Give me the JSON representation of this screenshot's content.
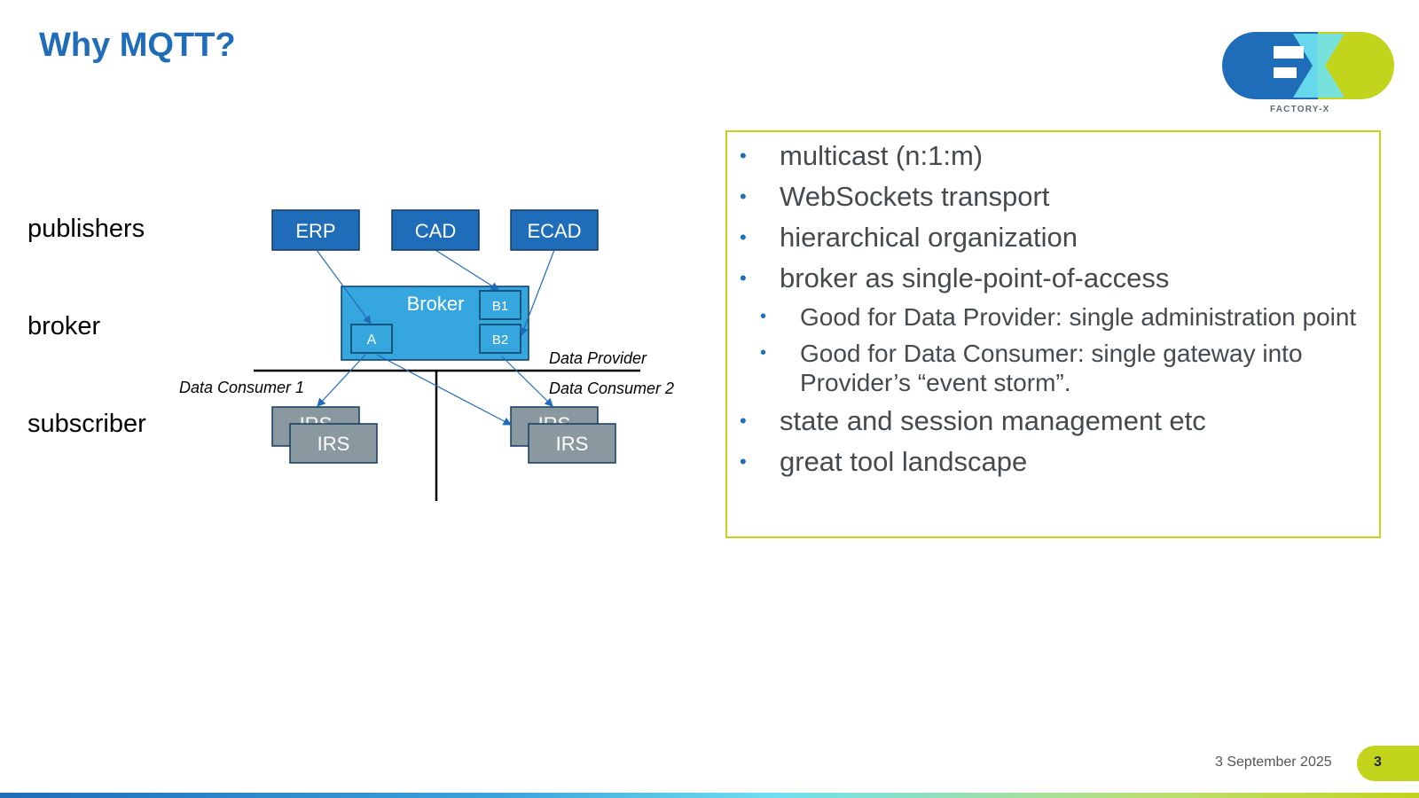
{
  "slide": {
    "title": "Why MQTT?",
    "date": "3 September 2025",
    "page_number": "3"
  },
  "logo": {
    "text": "FACTORY-X",
    "colors": {
      "blue": "#1F6DB8",
      "lime": "#C2D41C",
      "cyan": "#6FE3F2"
    }
  },
  "row_labels": {
    "publishers": "publishers",
    "broker": "broker",
    "subscriber": "subscriber"
  },
  "diagram": {
    "publishers": [
      "ERP",
      "CAD",
      "ECAD"
    ],
    "broker": {
      "label": "Broker",
      "topics": [
        "A",
        "B1",
        "B2"
      ]
    },
    "provider_label": "Data Provider",
    "consumer1_label": "Data Consumer 1",
    "consumer2_label": "Data Consumer 2",
    "subscriber_back": "IRS",
    "subscriber_front": "IRS",
    "colors": {
      "publisher": "#1F6DB8",
      "broker": "#36A6DE",
      "subscriber": "#8A98A0",
      "arrow": "#1F6DB8"
    }
  },
  "bullets": [
    {
      "level": 1,
      "text": "multicast (n:1:m)"
    },
    {
      "level": 1,
      "text": "WebSockets transport"
    },
    {
      "level": 1,
      "text": "hierarchical organization"
    },
    {
      "level": 1,
      "text": "broker as single-point-of-access"
    },
    {
      "level": 2,
      "text": "Good for Data Provider: single administration point"
    },
    {
      "level": 2,
      "text": "Good for Data Consumer: single gateway into Provider’s “event storm”."
    },
    {
      "level": 1,
      "text": "state and session management etc"
    },
    {
      "level": 1,
      "text": "great tool landscape"
    }
  ],
  "theme": {
    "title_color": "#1F6DB8",
    "accent_lime": "#C2D41C",
    "bullet_color": "#1F6DB8",
    "text_color": "#444a4e"
  }
}
